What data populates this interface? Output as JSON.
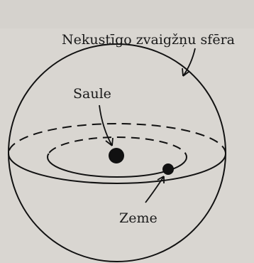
{
  "diagram": {
    "sphere_label": "Nekustīgo zvaigžņu sfēra",
    "sun_label": "Saule",
    "earth_label": "Zeme"
  },
  "colors": {
    "background": "#d9d6d1",
    "ink": "#111111"
  }
}
